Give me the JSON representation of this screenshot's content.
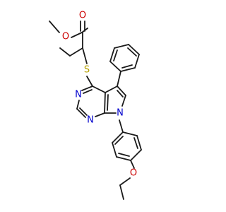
{
  "molecule": {
    "colors": {
      "bond": "#1a1a1a",
      "oxygen": "#cc0000",
      "nitrogen": "#0000cc",
      "sulfur": "#b5a100",
      "background": "#ffffff"
    },
    "atoms": [
      {
        "id": "o_carbonyl",
        "symbol": "O",
        "element": "oxygen"
      },
      {
        "id": "o_ester",
        "symbol": "O",
        "element": "oxygen"
      },
      {
        "id": "s_thioether",
        "symbol": "S",
        "element": "sulfur"
      },
      {
        "id": "n_pyrimidine_3",
        "symbol": "N",
        "element": "nitrogen"
      },
      {
        "id": "n_pyrimidine_1",
        "symbol": "N",
        "element": "nitrogen"
      },
      {
        "id": "n_pyrrole_7",
        "symbol": "N",
        "element": "nitrogen"
      },
      {
        "id": "o_ether",
        "symbol": "O",
        "element": "oxygen"
      }
    ]
  }
}
